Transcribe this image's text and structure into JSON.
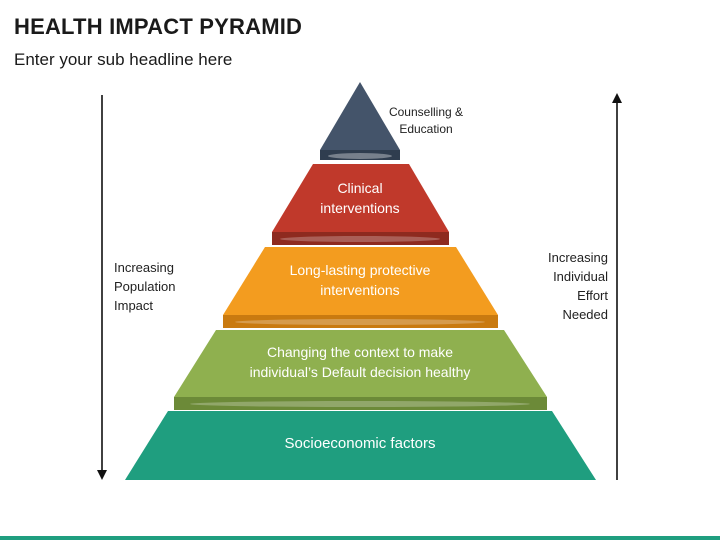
{
  "header": {
    "title": "HEALTH IMPACT PYRAMID",
    "subtitle": "Enter your sub headline here"
  },
  "pyramid": {
    "levels": [
      {
        "label_line1": "Counselling &",
        "label_line2": "Education",
        "color": "#44546a",
        "shade": "#2f3d4f"
      },
      {
        "label_line1": "Clinical",
        "label_line2": "interventions",
        "color": "#c0392b",
        "shade": "#8e2a1f"
      },
      {
        "label_line1": "Long-lasting protective",
        "label_line2": "interventions",
        "color": "#f39c1f",
        "shade": "#c97a10"
      },
      {
        "label_line1": "Changing the context to make",
        "label_line2": "individual’s Default decision healthy",
        "color": "#8fb04f",
        "shade": "#6c8a38"
      },
      {
        "label_line1": "Socioeconomic factors",
        "label_line2": "",
        "color": "#1f9e7f",
        "shade": "#177a62"
      }
    ]
  },
  "left_axis": {
    "line1": "Increasing",
    "line2": "Population",
    "line3": "Impact"
  },
  "right_axis": {
    "line1": "Increasing",
    "line2": "Individual",
    "line3": "Effort",
    "line4": "Needed"
  },
  "colors": {
    "axis": "#111111",
    "footer_bar": "#1f9e7f",
    "level_text": "#ffffff"
  }
}
